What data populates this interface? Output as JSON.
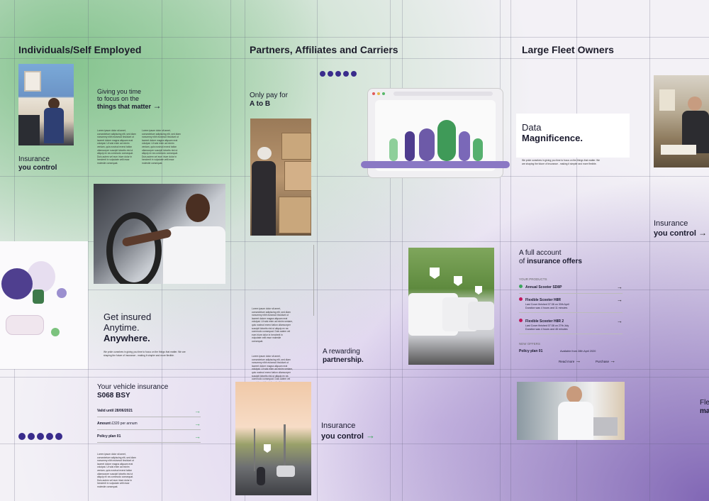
{
  "columns": {
    "col1_title": "Individuals/Self Employed",
    "col2_title": "Partners, Affiliates and Carriers",
    "col3_title": "Large Fleet Owners"
  },
  "panel_focus": {
    "line1": "Giving you time",
    "line2": "to focus on the",
    "line3": "things that matter",
    "arrow": "→"
  },
  "panel_insurance_left": {
    "line1": "Insurance",
    "line2": "you control"
  },
  "panel_atob": {
    "line1": "Only pay for",
    "line2": "A to B"
  },
  "panel_data": {
    "line1": "Data",
    "line2": "Magnificence.",
    "body": "We pride ourselves in giving you time to focus on the things that matter. We are shaping the future of insurance - making it simpler and more flexible."
  },
  "panel_insurance_right": {
    "line1": "Insurance",
    "line2": "you control",
    "arrow": "→"
  },
  "panel_get_insured": {
    "line1": "Get insured",
    "line2": "Anytime.",
    "line3": "Anywhere.",
    "body": "We pride ourselves in giving you time to focus on the things that matter. We are shaping the future of insurance - making it simpler and more flexible."
  },
  "panel_partnership": {
    "line1": "A rewarding",
    "line2": "partnership."
  },
  "panel_account": {
    "line1": "A full account",
    "line2_pre": "of ",
    "line2_bold": "insurance offers",
    "products_label": "YOUR PRODUCTS",
    "products": [
      {
        "name": "Annual Scooter SD8P",
        "color": "#3ba55c",
        "detail1": "",
        "detail2": ""
      },
      {
        "name": "Flexible Scooter H8R",
        "color": "#c2185b",
        "detail1": "Last Cover finished 07:38 on 30th April",
        "detail2": "Duration was 4 hours and 11 minutes"
      },
      {
        "name": "Flexible Scooter H8R 2",
        "color": "#c2185b",
        "detail1": "Last Cover finished 07:38 on 27th July",
        "detail2": "Duration was 4 hours and 46 minutes"
      }
    ],
    "offers_label": "NEW OFFERS",
    "policy": "Policy plan 01",
    "policy_date": "Available from 28th April 2020",
    "read_more": "Read more",
    "purchase": "Purchase",
    "arrow": "→"
  },
  "panel_vehicle": {
    "line1": "Your vehicle insurance",
    "line2": "S068 BSY",
    "rows": [
      {
        "label": "Valid until 28/06/2021",
        "value": ""
      },
      {
        "label": "Amount",
        "value": "£320 per annum"
      },
      {
        "label": "Policy plan 01",
        "value": ""
      }
    ],
    "arrow": "→"
  },
  "panel_insurance_bottom": {
    "line1": "Insurance",
    "line2": "you control",
    "arrow": "→"
  },
  "panel_fleet_cut": {
    "line1": "Flee",
    "line2": "mag"
  },
  "lorem": "Lorem ipsum dolor sit amet, consectetuer adipiscing elit, sed diam nonummy nibh euismod tincidunt ut laoreet dolore magna aliquam erat volutpat. Ut wisi enim ad minim veniam, quis nostrud exerci tation ullamcorper suscipit lobortis nisl ut aliquip ex ea commodo consequat. Duis autem vel eum iriure dolor in hendrerit in vulputate velit esse molestie consequat.",
  "colors": {
    "green": "#3ba55c",
    "purple": "#3a2c8c",
    "magenta": "#c2185b",
    "text": "#1d1d2b"
  }
}
